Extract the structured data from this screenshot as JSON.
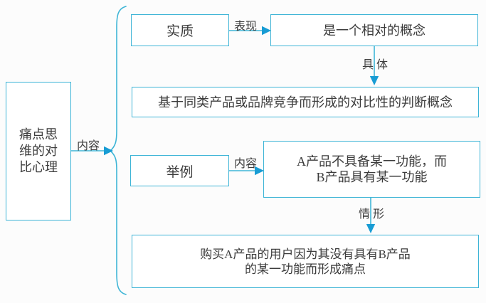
{
  "colors": {
    "line": "#3eb5d6",
    "arrowhead": "#189cd4",
    "box-border": "#3db4d6",
    "text": "#3c3c3c",
    "bg": "#fcfcfc"
  },
  "root_box": {
    "line1": "痛点思",
    "line2": "维的对",
    "line3": "比心理"
  },
  "edge_labels": {
    "root": "内容",
    "essence": "表现",
    "concrete": "具 体",
    "example": "内容",
    "situation": "情 形"
  },
  "essence_box": {
    "label": "实质"
  },
  "relative_box": {
    "text": "是一个相对的概念"
  },
  "judgment_box": {
    "text": "基于同类产品或品牌竞争而形成的对比性的判断概念"
  },
  "example_box": {
    "label": "举例"
  },
  "product_box": {
    "line1": "A产品不具备某一功能，而",
    "line2": "B产品具有某一功能"
  },
  "painpoint_box": {
    "line1": "购买A产品的用户因为其没有具有B产品",
    "line2": "的某一功能而形成痛点"
  }
}
